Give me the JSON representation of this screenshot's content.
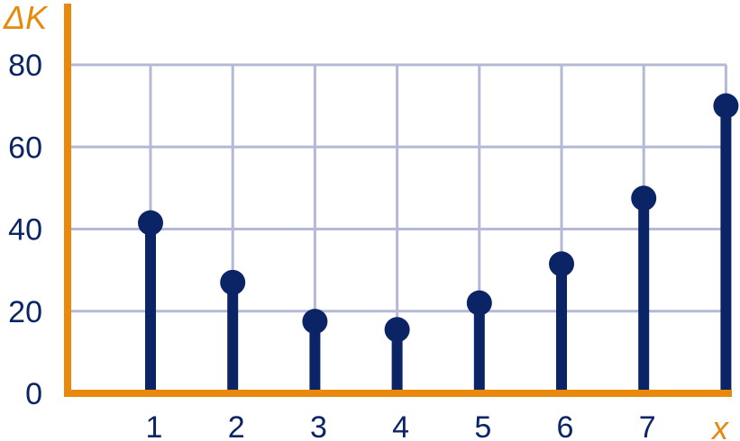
{
  "chart_data": {
    "type": "stem",
    "title": "",
    "xlabel": "x",
    "ylabel": "ΔK",
    "ylim": [
      0,
      80
    ],
    "yticks": [
      0,
      20,
      40,
      60,
      80
    ],
    "x": [
      1,
      2,
      3,
      4,
      5,
      6,
      7,
      8
    ],
    "xtick_labels": [
      "1",
      "2",
      "3",
      "4",
      "5",
      "6",
      "7"
    ],
    "values": [
      41.5,
      27,
      17.5,
      15.5,
      22,
      31.5,
      47.5,
      70
    ],
    "grid": true,
    "colors": {
      "axis": "#e8890c",
      "grid": "#b4bad6",
      "series": "#0b2466",
      "text": "#0b2466"
    }
  }
}
